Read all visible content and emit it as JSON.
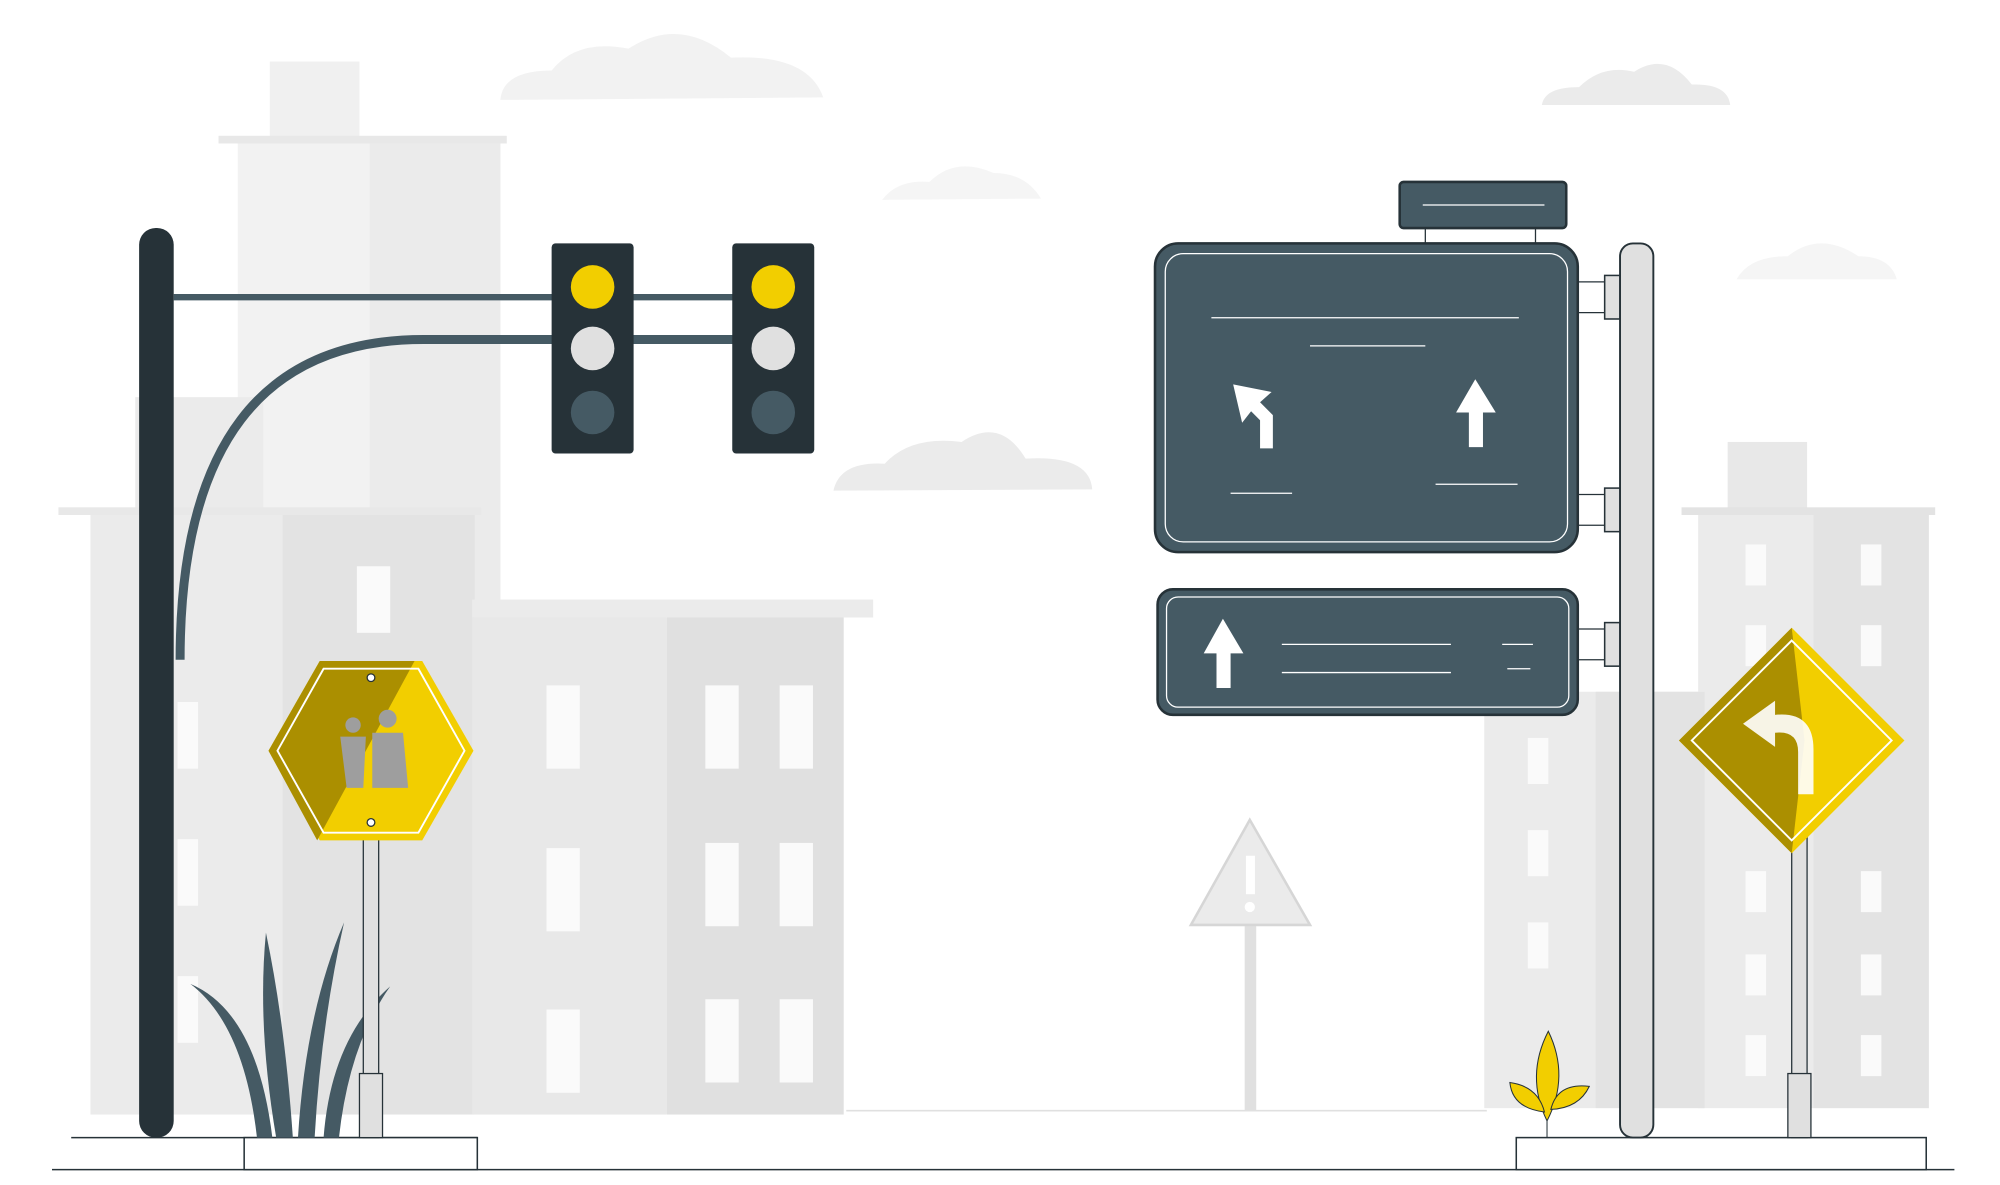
{
  "scene": {
    "colors": {
      "background": "#ffffff",
      "building_light": "#f0f0f0",
      "building_mid": "#e8e8e8",
      "building_dark": "#e0e0e0",
      "window": "#fafafa",
      "cloud": "#f2f2f2",
      "pole_dark": "#263238",
      "sign_board": "#455a64",
      "accent_yellow": "#f2ce00",
      "accent_yellow_dark": "#ab8f00",
      "light_off": "#455a64",
      "light_mid": "#e0e0e0",
      "ground_line": "#263238"
    },
    "icons": [
      "traffic-light",
      "school-crossing-sign",
      "direction-sign",
      "left-turn-sign",
      "warning-sign"
    ]
  }
}
